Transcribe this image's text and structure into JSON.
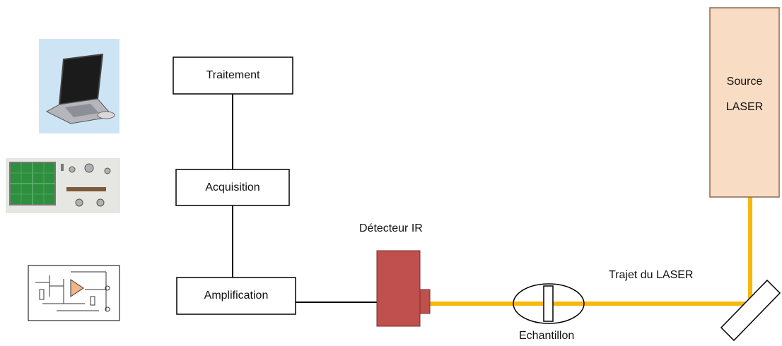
{
  "boxes": {
    "treatment": "Traitement",
    "acquisition": "Acquisition",
    "amplification": "Amplification"
  },
  "source": {
    "line1": "Source",
    "line2": "LASER",
    "fill_color": "#f9dcc4",
    "border_color": "#8a6a55"
  },
  "labels": {
    "detector": "Détecteur IR",
    "sample": "Echantillon",
    "laser_path": "Trajet du LASER"
  },
  "colors": {
    "beam": "#f6b90a",
    "detector": "#c0504d",
    "screen_bg": "#cde4f5",
    "oscilloscope_screen": "#2e8f3e"
  },
  "icons": [
    "laptop-icon",
    "oscilloscope-icon",
    "amplifier-circuit-icon"
  ]
}
